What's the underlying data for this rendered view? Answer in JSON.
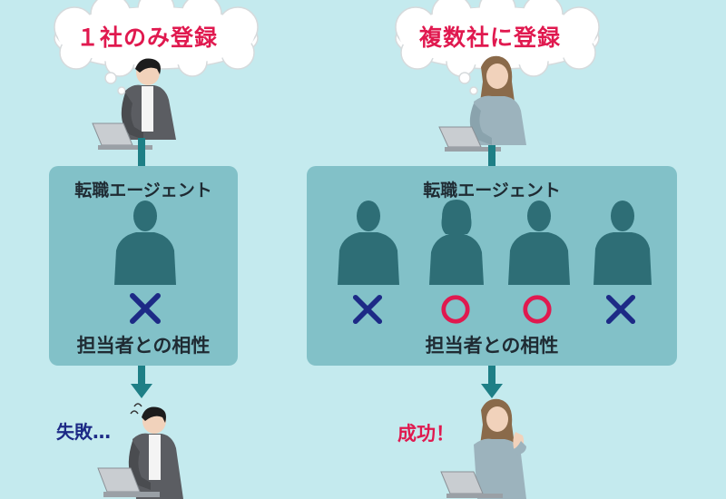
{
  "left": {
    "bubble_text": "１社のみ登録",
    "panel_title": "転職エージェント",
    "panel_footer": "担当者との相性",
    "outcome": "失敗…",
    "results": [
      "×"
    ]
  },
  "right": {
    "bubble_text": "複数社に登録",
    "panel_title": "転職エージェント",
    "panel_footer": "担当者との相性",
    "outcome": "成功！",
    "results": [
      "×",
      "○",
      "○",
      "×"
    ]
  },
  "colors": {
    "background": "#c4eaee",
    "panel": "#82c1c8",
    "silhouette": "#2e6e76",
    "connector": "#1e7f86",
    "x_mark": "#1d2a86",
    "o_mark": "#e0194f",
    "bubble_text": "#e0194f"
  }
}
